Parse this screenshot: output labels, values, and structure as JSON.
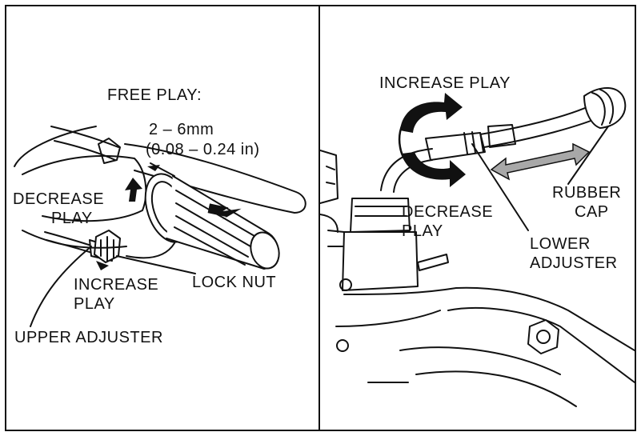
{
  "left_panel": {
    "free_play_title": "FREE PLAY:",
    "free_play_mm": "2 – 6mm",
    "free_play_in": "(0.08 – 0.24 in)",
    "decrease_play": [
      "DECREASE",
      "PLAY"
    ],
    "increase_play": [
      "INCREASE",
      "PLAY"
    ],
    "lock_nut": "LOCK NUT",
    "upper_adjuster": "UPPER ADJUSTER"
  },
  "right_panel": {
    "increase_play": "INCREASE PLAY",
    "decrease_play": [
      "DECREASE",
      "PLAY"
    ],
    "rubber_cap": [
      "RUBBER",
      "CAP"
    ],
    "lower_adjuster": [
      "LOWER",
      "ADJUSTER"
    ]
  },
  "colors": {
    "ink": "#111111",
    "paper": "#ffffff",
    "gray": "#9a9a9a"
  }
}
